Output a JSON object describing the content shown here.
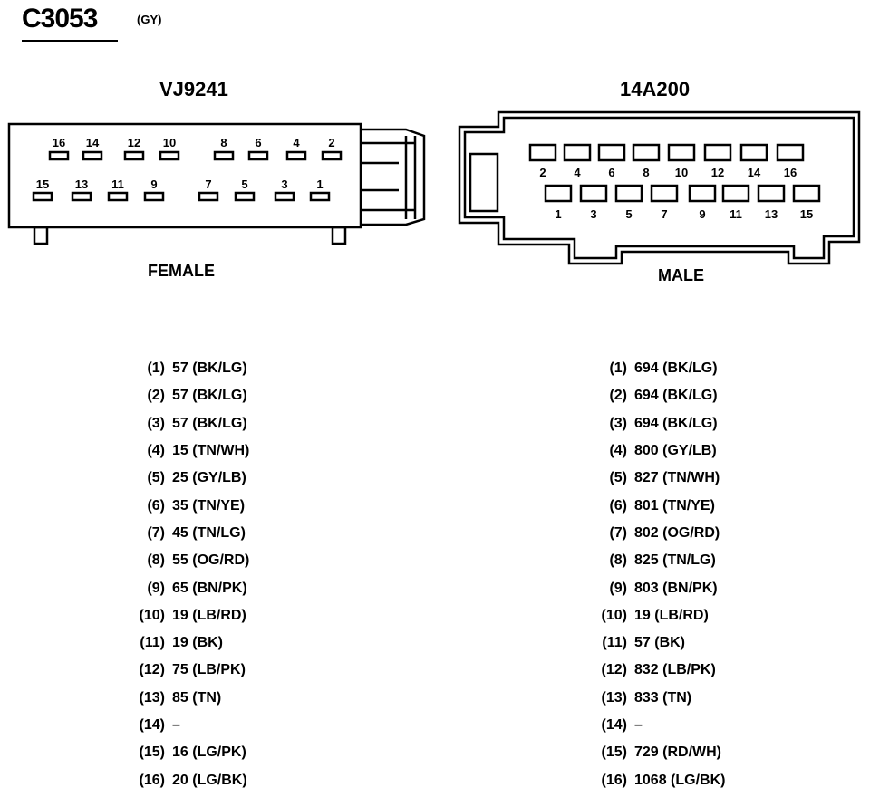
{
  "header": {
    "connector_id": "C3053",
    "connector_color": "(GY)"
  },
  "left_connector": {
    "part_number": "VJ9241",
    "gender": "FEMALE",
    "top_row": [
      "16",
      "14",
      "12",
      "10",
      "8",
      "6",
      "4",
      "2"
    ],
    "bottom_row": [
      "15",
      "13",
      "11",
      "9",
      "7",
      "5",
      "3",
      "1"
    ]
  },
  "right_connector": {
    "part_number": "14A200",
    "gender": "MALE",
    "top_row": [
      "2",
      "4",
      "6",
      "8",
      "10",
      "12",
      "14",
      "16"
    ],
    "bottom_row": [
      "1",
      "3",
      "5",
      "7",
      "9",
      "11",
      "13",
      "15"
    ]
  },
  "female_pins": [
    {
      "pin": "(1)",
      "circuit": "57 (BK/LG)"
    },
    {
      "pin": "(2)",
      "circuit": "57 (BK/LG)"
    },
    {
      "pin": "(3)",
      "circuit": "57 (BK/LG)"
    },
    {
      "pin": "(4)",
      "circuit": "15 (TN/WH)"
    },
    {
      "pin": "(5)",
      "circuit": "25 (GY/LB)"
    },
    {
      "pin": "(6)",
      "circuit": "35 (TN/YE)"
    },
    {
      "pin": "(7)",
      "circuit": "45 (TN/LG)"
    },
    {
      "pin": "(8)",
      "circuit": "55 (OG/RD)"
    },
    {
      "pin": "(9)",
      "circuit": "65 (BN/PK)"
    },
    {
      "pin": "(10)",
      "circuit": "19 (LB/RD)"
    },
    {
      "pin": "(11)",
      "circuit": "19 (BK)"
    },
    {
      "pin": "(12)",
      "circuit": "75 (LB/PK)"
    },
    {
      "pin": "(13)",
      "circuit": "85 (TN)"
    },
    {
      "pin": "(14)",
      "circuit": "–"
    },
    {
      "pin": "(15)",
      "circuit": "16 (LG/PK)"
    },
    {
      "pin": "(16)",
      "circuit": "20 (LG/BK)"
    }
  ],
  "male_pins": [
    {
      "pin": "(1)",
      "circuit": "694 (BK/LG)"
    },
    {
      "pin": "(2)",
      "circuit": "694 (BK/LG)"
    },
    {
      "pin": "(3)",
      "circuit": "694 (BK/LG)"
    },
    {
      "pin": "(4)",
      "circuit": "800 (GY/LB)"
    },
    {
      "pin": "(5)",
      "circuit": "827 (TN/WH)"
    },
    {
      "pin": "(6)",
      "circuit": "801 (TN/YE)"
    },
    {
      "pin": "(7)",
      "circuit": "802 (OG/RD)"
    },
    {
      "pin": "(8)",
      "circuit": "825 (TN/LG)"
    },
    {
      "pin": "(9)",
      "circuit": "803 (BN/PK)"
    },
    {
      "pin": "(10)",
      "circuit": "19 (LB/RD)"
    },
    {
      "pin": "(11)",
      "circuit": "57 (BK)"
    },
    {
      "pin": "(12)",
      "circuit": "832 (LB/PK)"
    },
    {
      "pin": "(13)",
      "circuit": "833 (TN)"
    },
    {
      "pin": "(14)",
      "circuit": "–"
    },
    {
      "pin": "(15)",
      "circuit": "729 (RD/WH)"
    },
    {
      "pin": "(16)",
      "circuit": "1068 (LG/BK)"
    }
  ]
}
